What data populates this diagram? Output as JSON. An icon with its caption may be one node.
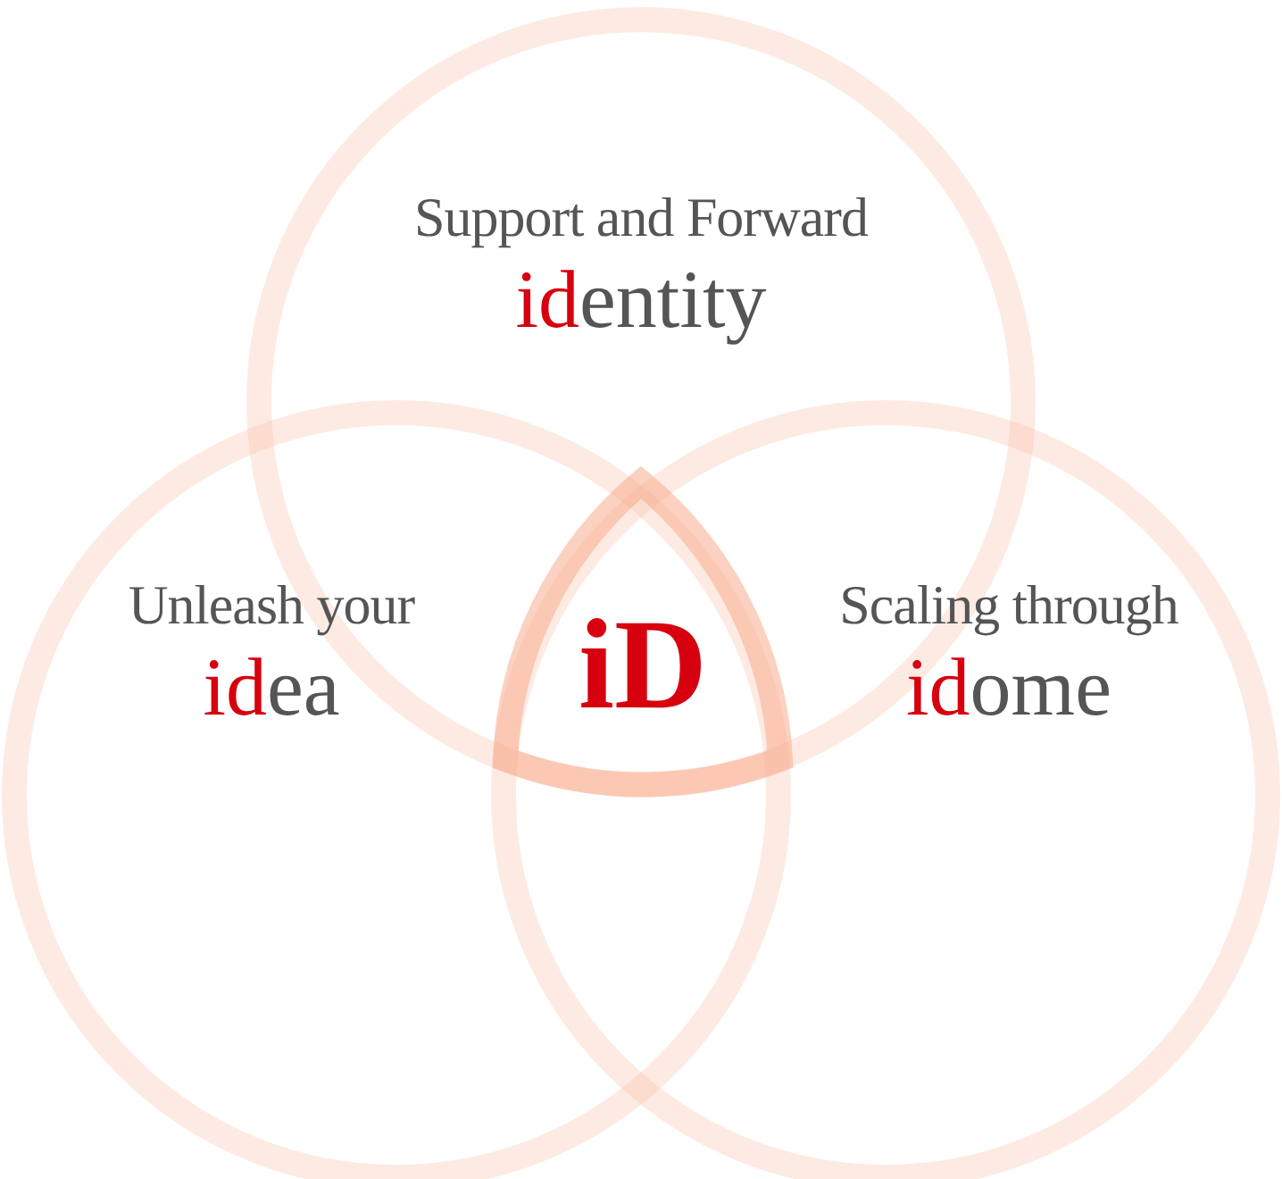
{
  "diagram": {
    "nodes": [
      {
        "text": [
          "Support and Forward",
          "**id**entity"
        ]
      },
      {
        "text": [
          "Unleash your",
          "**id**ea"
        ]
      },
      {
        "text": [
          "Scaling through",
          "**id**ome"
        ]
      },
      {
        "text": [
          "iD"
        ]
      }
    ]
  }
}
